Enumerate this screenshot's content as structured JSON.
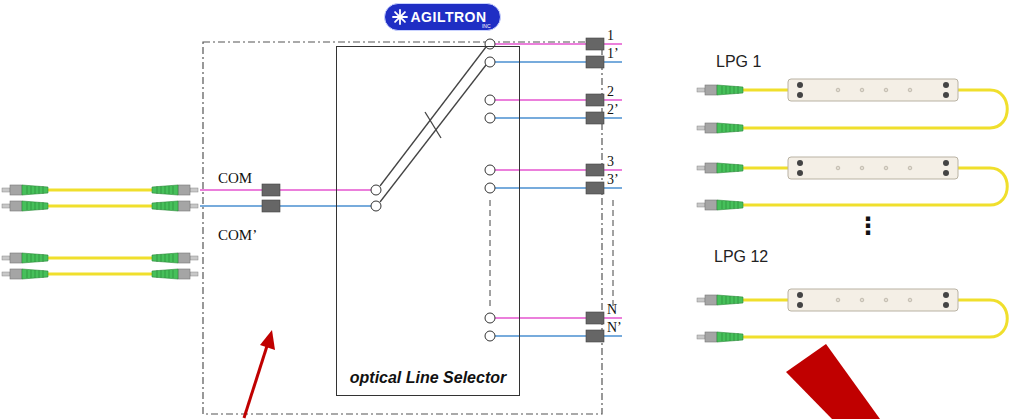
{
  "diagram": {
    "nodes": [
      {
        "text": [
          "AGILTRON",
          "INC"
        ]
      },
      {
        "text": [
          "optical Line Selector"
        ]
      },
      {
        "text": [
          "LPG 1"
        ]
      },
      {
        "text": [
          "LPG 12"
        ]
      }
    ],
    "labels": [
      "COM",
      "COM’",
      "1",
      "1’",
      "2",
      "2’",
      "3",
      "3’",
      "N",
      "N’",
      "⋮"
    ]
  }
}
